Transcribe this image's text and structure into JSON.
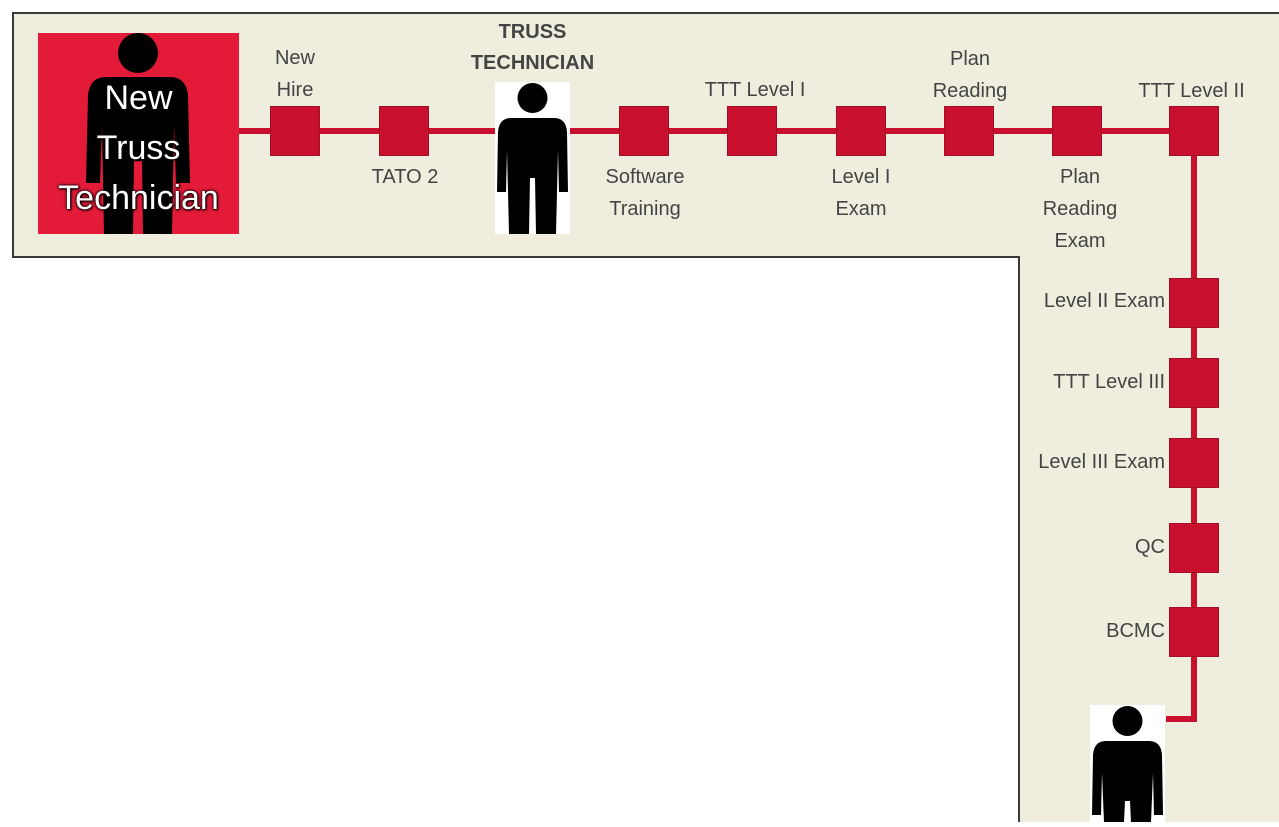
{
  "start": {
    "label_lines": [
      "New",
      "Truss",
      "Technician"
    ]
  },
  "milestone": {
    "title_lines": [
      "TRUSS",
      "TECHNICIAN"
    ]
  },
  "steps": {
    "new_hire": "New\nHire",
    "tato2": "TATO 2",
    "software_training": "Software\nTraining",
    "ttt_level_1": "TTT Level I",
    "level_1_exam": "Level I\nExam",
    "plan_reading": "Plan\nReading",
    "plan_reading_exam": "Plan\nReading\nExam",
    "ttt_level_2": "TTT Level II",
    "level_2_exam": "Level II Exam",
    "ttt_level_3": "TTT Level III",
    "level_3_exam": "Level III Exam",
    "qc": "QC",
    "bcmc": "BCMC"
  },
  "colors": {
    "path_red": "#c8102e",
    "start_red": "#e31b38",
    "band_bg": "#efeddd",
    "figure": "#000000"
  }
}
